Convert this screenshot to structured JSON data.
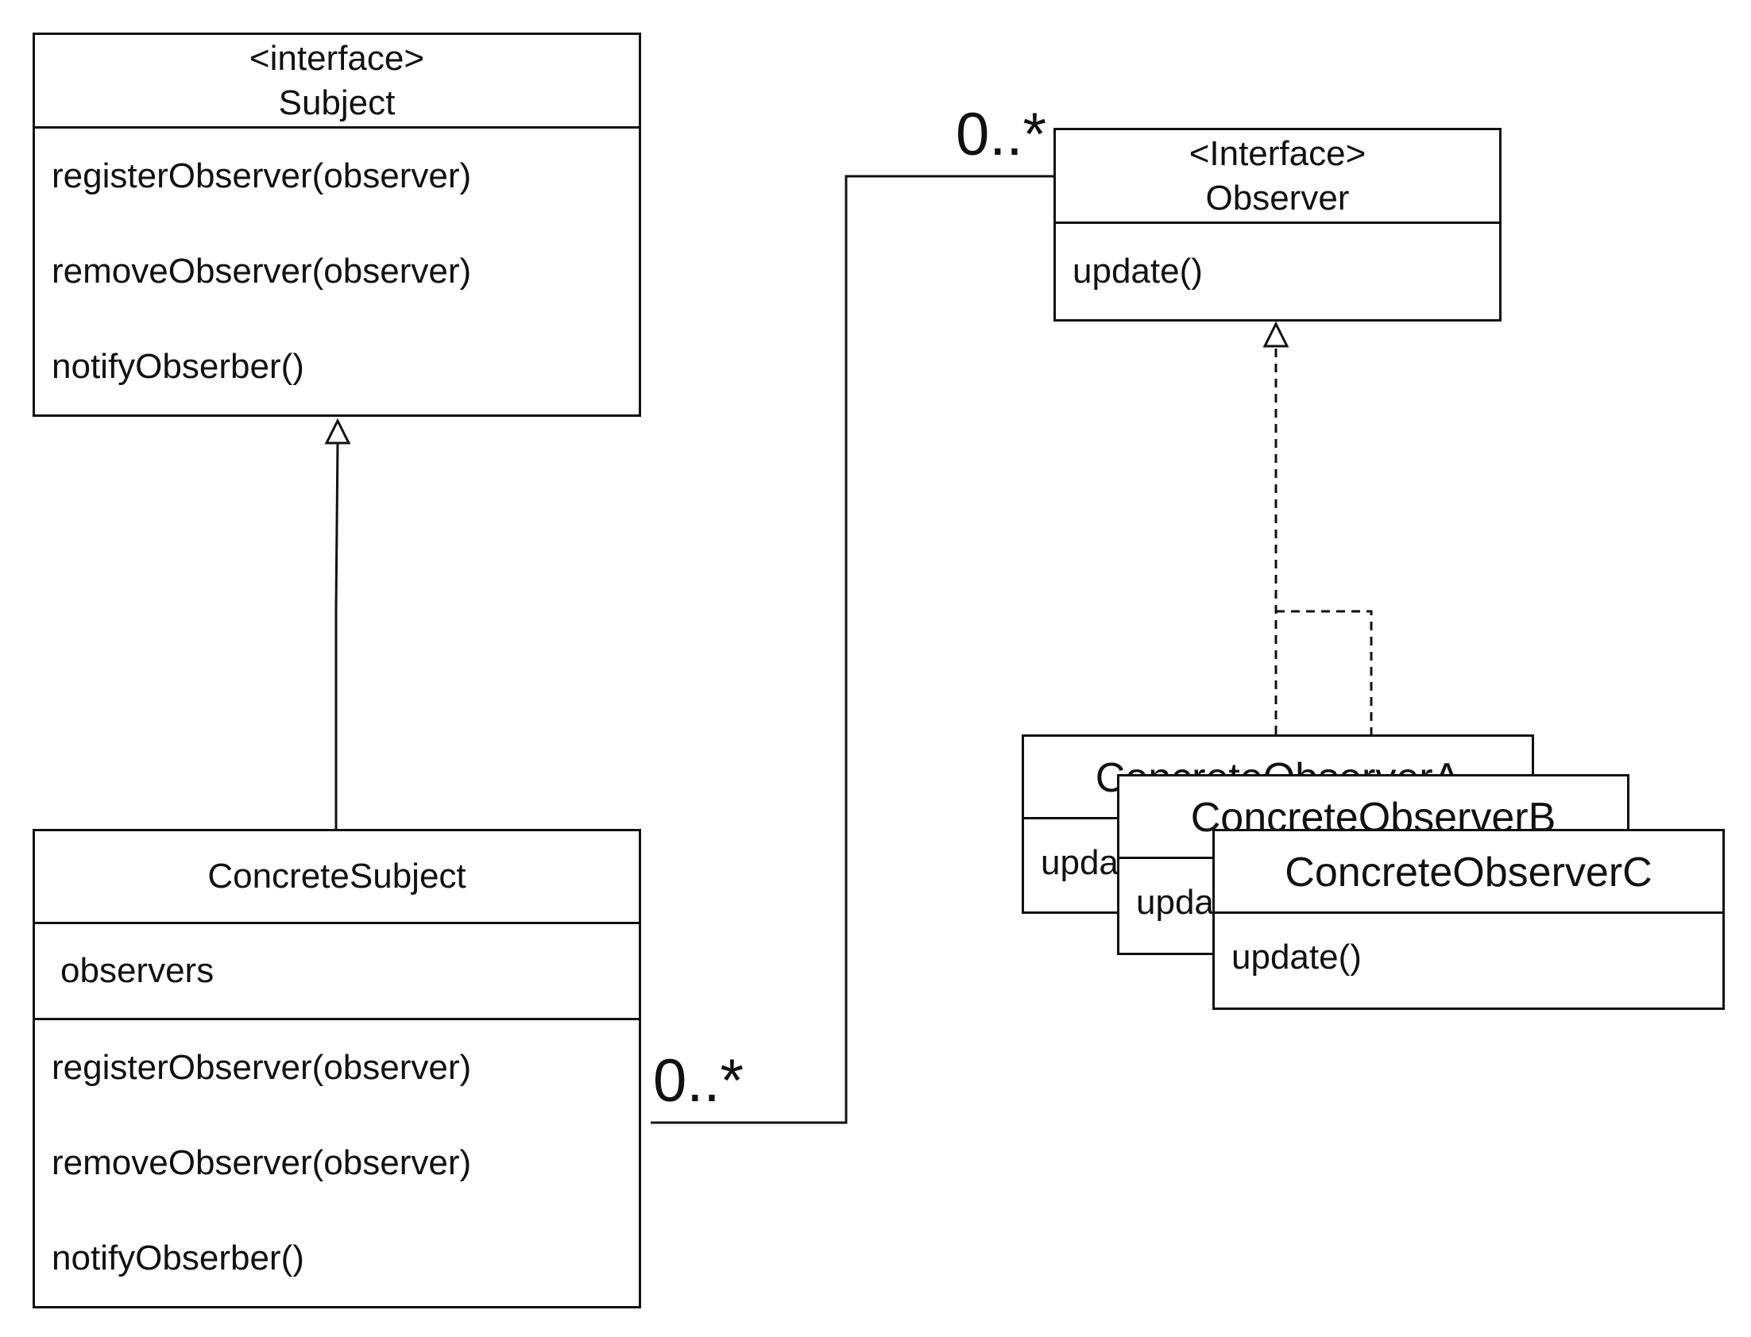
{
  "subject": {
    "stereotype": "<interface>",
    "name": "Subject",
    "methods": [
      "registerObserver(observer)",
      "removeObserver(observer)",
      "notifyObserber()"
    ]
  },
  "concrete_subject": {
    "name": "ConcreteSubject",
    "attributes": [
      "observers"
    ],
    "methods": [
      "registerObserver(observer)",
      "removeObserver(observer)",
      "notifyObserber()"
    ]
  },
  "observer": {
    "stereotype": "<Interface>",
    "name": "Observer",
    "methods": [
      "update()"
    ]
  },
  "concrete_observers": [
    {
      "name": "ConcreteObserverA",
      "method": "update()"
    },
    {
      "name": "ConcreteObserverB",
      "method": "update()"
    },
    {
      "name": "ConcreteObserverC",
      "method": "update()"
    }
  ],
  "association": {
    "subject_end_multiplicity": "0..*",
    "observer_end_multiplicity": "0..*"
  },
  "colors": {
    "stroke": "#111111",
    "background": "#ffffff"
  }
}
